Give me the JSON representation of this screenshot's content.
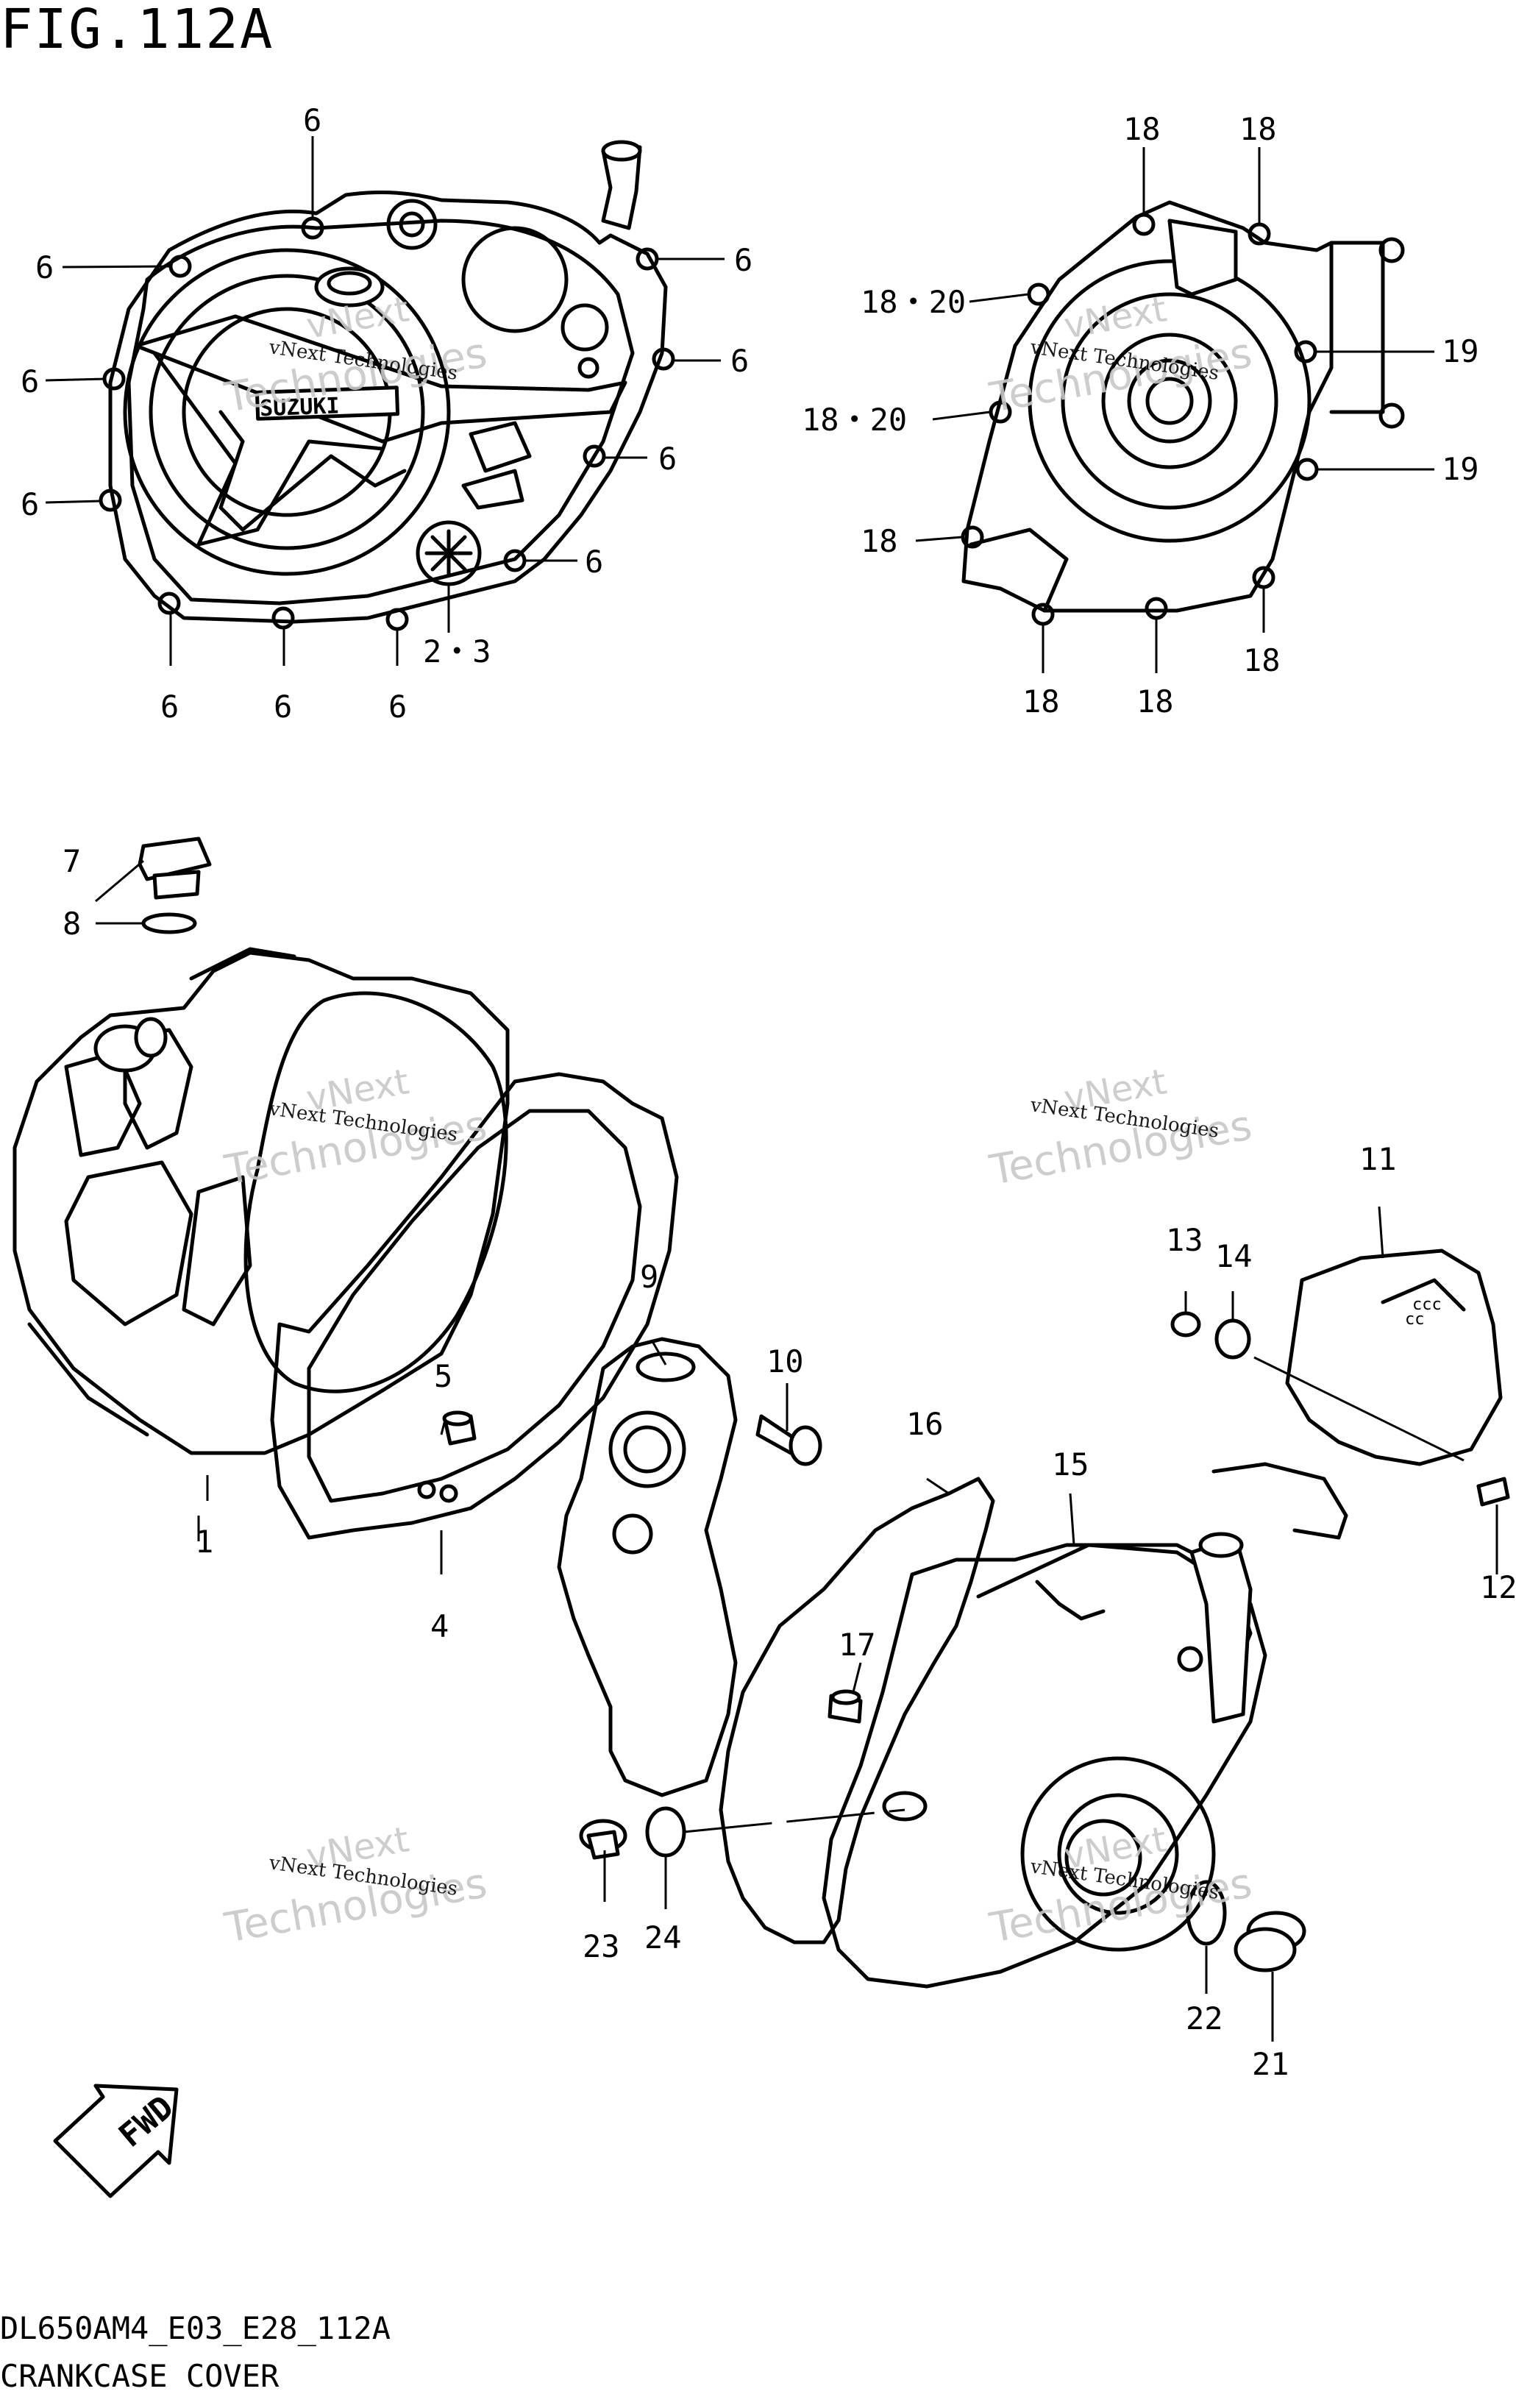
{
  "figure": {
    "title": "FIG.112A",
    "code": "DL650AM4_E03_E28_112A",
    "name": "CRANKCASE COVER"
  },
  "watermark": {
    "line1": "vNext Technologies",
    "line2": "Technologies",
    "line3": "vNext"
  },
  "brand": {
    "logo_text": "SUZUKI"
  },
  "direction_marker": {
    "label": "FWD"
  },
  "callouts": {
    "c1": "1",
    "c2_3": "2・3",
    "c4": "4",
    "c5": "5",
    "c6": "6",
    "c7": "7",
    "c8": "8",
    "c9": "9",
    "c10": "10",
    "c11": "11",
    "c12": "12",
    "c13": "13",
    "c14": "14",
    "c15": "15",
    "c16": "16",
    "c17": "17",
    "c18": "18",
    "c18_20": "18・20",
    "c19": "19",
    "c21": "21",
    "c22": "22",
    "c23": "23",
    "c24": "24"
  }
}
